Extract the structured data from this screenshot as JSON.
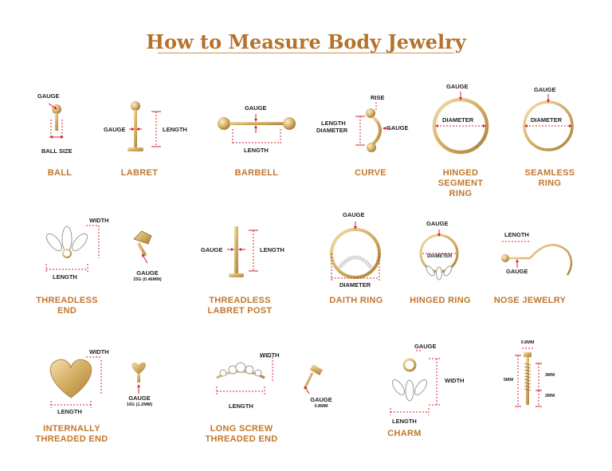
{
  "title": "How to Measure Body Jewelry",
  "colors": {
    "title": "#b5722b",
    "caption": "#c1772c",
    "gold": "#d4ad63",
    "guide": "#d2232a",
    "text": "#222222"
  },
  "items": {
    "ball": {
      "caption": "BALL",
      "labels": {
        "gauge": "GAUGE",
        "ball_size": "BALL SIZE"
      }
    },
    "labret": {
      "caption": "LABRET",
      "labels": {
        "gauge": "GAUGE",
        "length": "LENGTH"
      }
    },
    "barbell": {
      "caption": "BARBELL",
      "labels": {
        "gauge": "GAUGE",
        "length": "LENGTH"
      }
    },
    "curve": {
      "caption": "CURVE",
      "labels": {
        "rise": "RISE",
        "length": "LENGTH",
        "diameter": "DIAMETER",
        "gauge": "GAUGE"
      }
    },
    "hinged_segment_ring": {
      "caption": "HINGED\nSEGMENT\nRING",
      "labels": {
        "gauge": "GAUGE",
        "diameter": "DIAMETER"
      }
    },
    "seamless_ring": {
      "caption": "SEAMLESS\nRING",
      "labels": {
        "gauge": "GAUGE",
        "diameter": "DIAMETER"
      }
    },
    "threadless_end": {
      "caption": "THREADLESS\nEND",
      "labels": {
        "width": "WIDTH",
        "length": "LENGTH",
        "gauge": "GAUGE",
        "gauge_size": "25G (0.46MM)"
      }
    },
    "threadless_labret_post": {
      "caption": "THREADLESS\nLABRET POST",
      "labels": {
        "gauge": "GAUGE",
        "length": "LENGTH"
      }
    },
    "daith_ring": {
      "caption": "DAITH  RING",
      "labels": {
        "gauge": "GAUGE",
        "diameter": "DIAMETER"
      }
    },
    "hinged_ring": {
      "caption": "HINGED RING",
      "labels": {
        "gauge": "GAUGE",
        "diameter": "DIAMETER"
      }
    },
    "nose_jewelry": {
      "caption": "NOSE JEWELRY",
      "labels": {
        "length": "LENGTH",
        "gauge": "GAUGE"
      }
    },
    "internally_threaded_end": {
      "caption": "INTERNALLY\nTHREADED  END",
      "labels": {
        "width": "WIDTH",
        "length": "LENGTH",
        "gauge": "GAUGE",
        "gauge_size": "16G (1.2MM)"
      }
    },
    "long_screw_threaded_end": {
      "caption": "LONG SCREW\nTHREADED END",
      "labels": {
        "width": "WIDTH",
        "length": "LENGTH",
        "gauge": "GAUGE",
        "gauge_size": "0.8MM"
      }
    },
    "charm": {
      "caption": "CHARM",
      "labels": {
        "gauge": "GAUGE",
        "width": "WIDTH",
        "length": "LENGTH"
      }
    },
    "screw_post": {
      "labels": {
        "top": "0.8MM",
        "total": "5MM",
        "upper": "3MM",
        "lower": "2MM"
      }
    }
  }
}
